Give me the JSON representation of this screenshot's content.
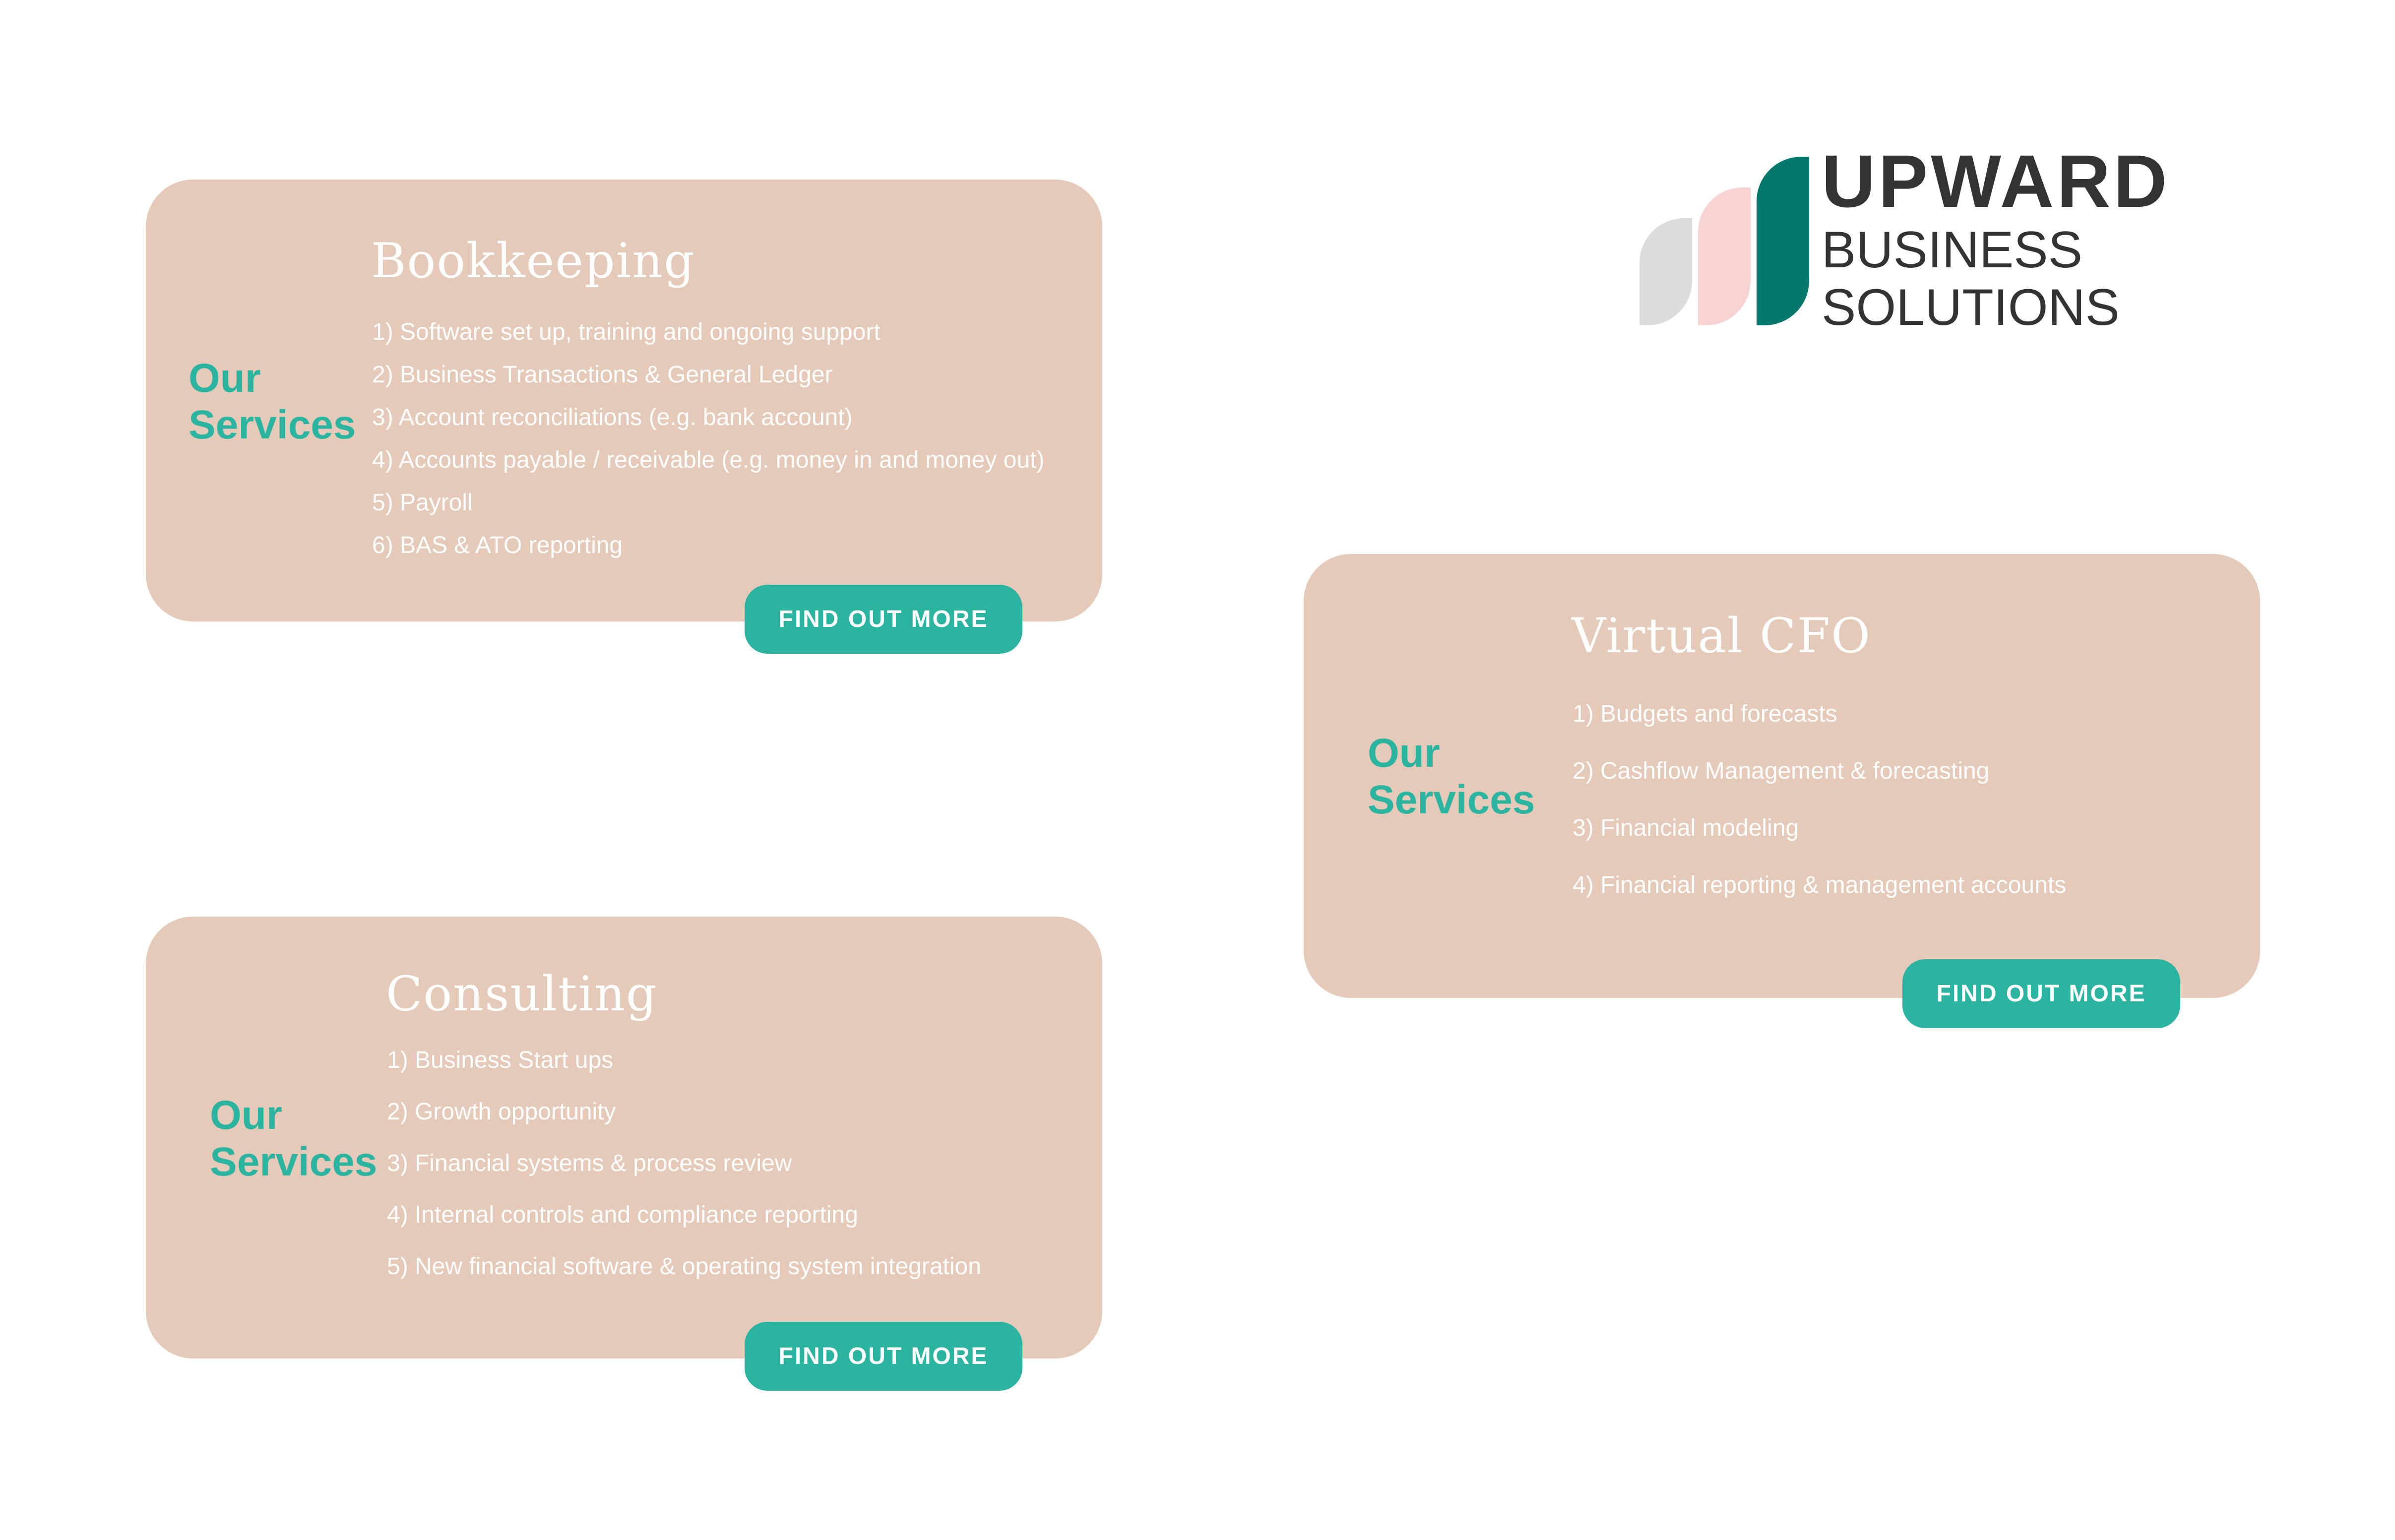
{
  "logo": {
    "word1": "UPWARD",
    "word2": "BUSINESS",
    "word3": "SOLUTIONS",
    "colors": {
      "gray": "#dcdcdc",
      "pink": "#f8d3d3",
      "green": "#00786b",
      "text": "#333333"
    }
  },
  "colors": {
    "card": "#e6cab9",
    "accent": "#2bb5a0"
  },
  "cards": [
    {
      "title": "Bookkeeping",
      "label_line1": "Our",
      "label_line2": "Services",
      "items": [
        "1) Software set up, training and ongoing support",
        "2) Business Transactions & General Ledger",
        "3) Account reconciliations (e.g. bank account)",
        "4) Accounts payable / receivable (e.g. money in and money out)",
        "5) Payroll",
        "6) BAS & ATO reporting"
      ],
      "button": "FIND OUT MORE"
    },
    {
      "title": "Consulting",
      "label_line1": "Our",
      "label_line2": "Services",
      "items": [
        "1) Business Start ups",
        "2) Growth opportunity",
        "3) Financial systems & process review",
        "4) Internal controls and compliance reporting",
        "5) New financial software & operating system integration"
      ],
      "button": "FIND OUT MORE"
    },
    {
      "title": "Virtual CFO",
      "label_line1": "Our",
      "label_line2": "Services",
      "items": [
        "1) Budgets and forecasts",
        "2) Cashflow Management & forecasting",
        "3) Financial modeling",
        "4) Financial reporting & management accounts"
      ],
      "button": "FIND OUT MORE"
    }
  ]
}
